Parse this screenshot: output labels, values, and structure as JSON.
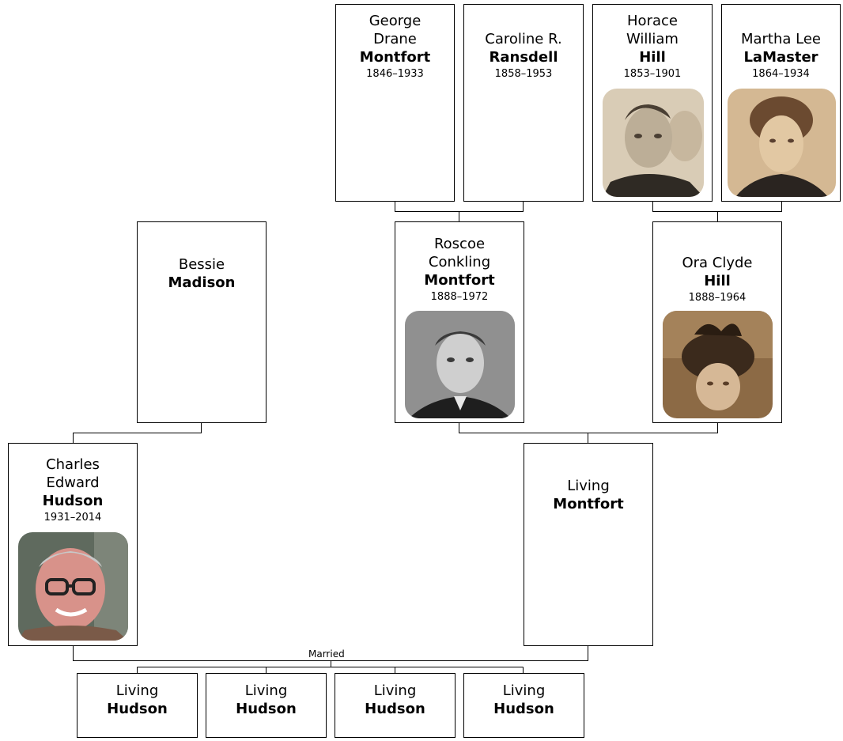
{
  "people": {
    "george": {
      "given": "George\nDrane",
      "surname": "Montfort",
      "years": "1846–1933"
    },
    "caroline": {
      "given": "Caroline R.",
      "surname": "Ransdell",
      "years": "1858–1953"
    },
    "horace": {
      "given": "Horace\nWilliam",
      "surname": "Hill",
      "years": "1853–1901",
      "photo": "portrait-photo"
    },
    "martha": {
      "given": "Martha Lee",
      "surname": "LaMaster",
      "years": "1864–1934",
      "photo": "portrait-photo"
    },
    "bessie": {
      "given": "Bessie",
      "surname": "Madison"
    },
    "roscoe": {
      "given": "Roscoe\nConkling",
      "surname": "Montfort",
      "years": "1888–1972",
      "photo": "portrait-photo"
    },
    "ora": {
      "given": "Ora Clyde",
      "surname": "Hill",
      "years": "1888–1964",
      "photo": "portrait-photo"
    },
    "charles": {
      "given": "Charles\nEdward",
      "surname": "Hudson",
      "years": "1931–2014",
      "photo": "portrait-photo"
    },
    "living_m": {
      "given": "Living",
      "surname": "Montfort"
    }
  },
  "children": [
    {
      "given": "Living",
      "surname": "Hudson"
    },
    {
      "given": "Living",
      "surname": "Hudson"
    },
    {
      "given": "Living",
      "surname": "Hudson"
    },
    {
      "given": "Living",
      "surname": "Hudson"
    }
  ],
  "marriage_label": "Married"
}
